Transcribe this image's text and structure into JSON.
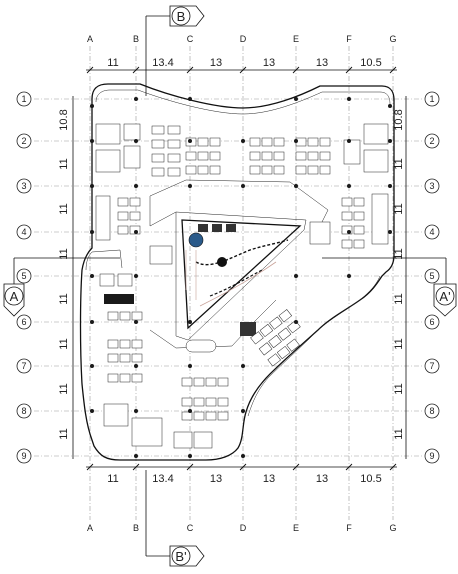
{
  "grid": {
    "columns": [
      "A",
      "B",
      "C",
      "D",
      "E",
      "F",
      "G"
    ],
    "rows": [
      "1",
      "2",
      "3",
      "4",
      "5",
      "6",
      "7",
      "8",
      "9"
    ]
  },
  "dimensions": {
    "horizontal": [
      "11",
      "13.4",
      "13",
      "13",
      "13",
      "10.5"
    ],
    "vertical": [
      "10.8",
      "11",
      "11",
      "11",
      "11",
      "11",
      "11",
      "11"
    ]
  },
  "section_marks": {
    "top": "B",
    "bottom": "B'",
    "left": "A",
    "right": "A'"
  }
}
